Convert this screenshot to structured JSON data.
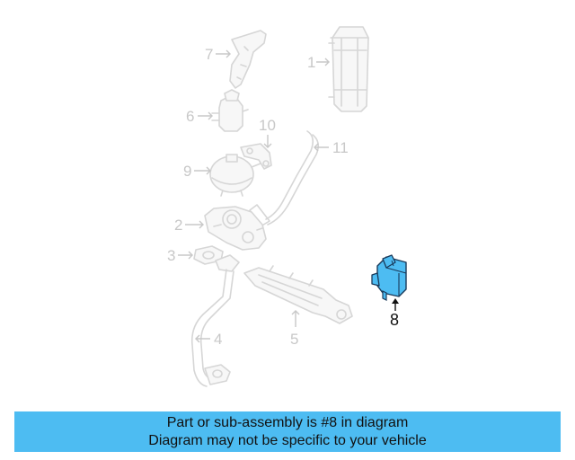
{
  "diagram": {
    "callouts": [
      "1",
      "2",
      "3",
      "4",
      "5",
      "6",
      "7",
      "8",
      "9",
      "10",
      "11"
    ],
    "highlighted_part": "8",
    "highlight_color": "#4dbcf2",
    "faded_color": "#d6d6d6"
  },
  "banner": {
    "line1": "Part or sub-assembly is #8 in diagram",
    "line2": "Diagram may not be specific to your vehicle",
    "background": "#4dbcf2"
  }
}
